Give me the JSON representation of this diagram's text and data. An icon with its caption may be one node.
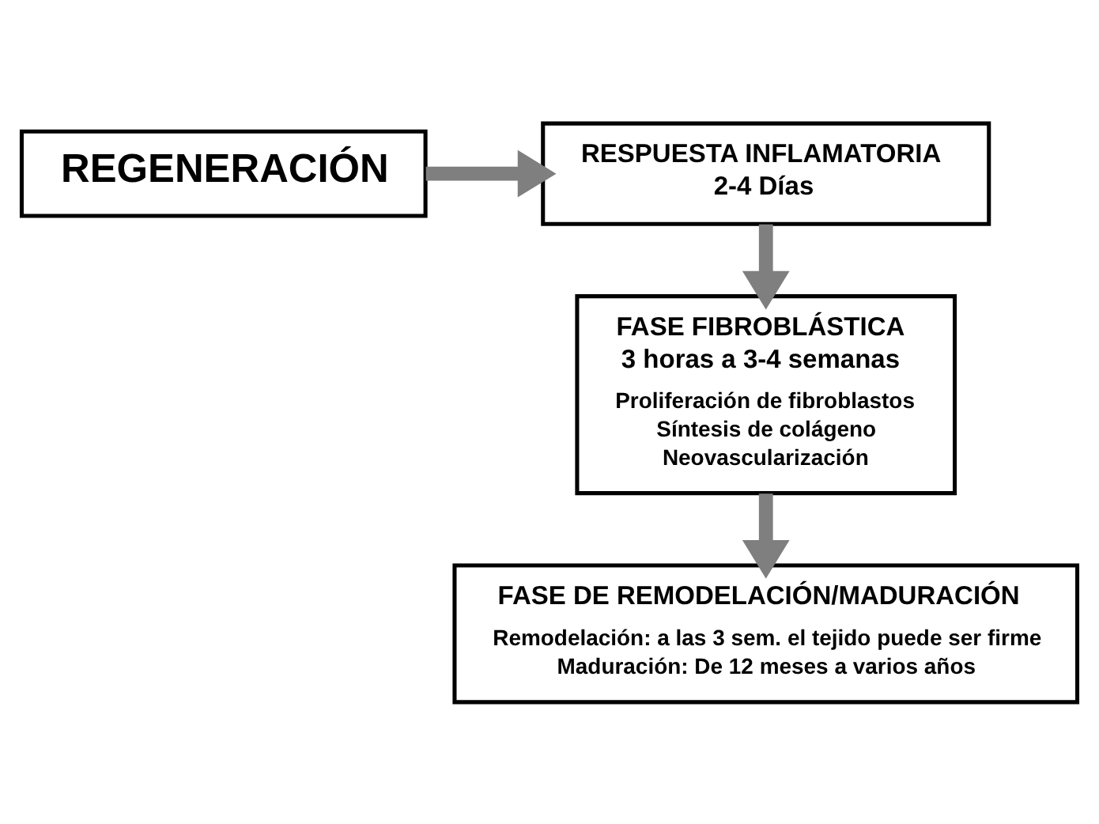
{
  "diagram": {
    "nodes": [
      {
        "text": [
          "REGENERACIÓN"
        ]
      },
      {
        "text": [
          "RESPUESTA INFLAMATORIA",
          "2-4 Días"
        ]
      },
      {
        "text": [
          "FASE FIBROBLÁSTICA",
          "3 horas a 3-4 semanas",
          "Proliferación de fibroblastos",
          "Síntesis de colágeno",
          "Neovascularización"
        ]
      },
      {
        "text": [
          "FASE DE REMODELACIÓN/MADURACIÓN",
          "Remodelación: a las 3 sem. el tejido puede ser firme",
          "Maduración: De 12 meses a varios años"
        ]
      }
    ],
    "edges": [
      {
        "from": 0,
        "to": 1,
        "arrow": "to"
      },
      {
        "from": 1,
        "to": 2,
        "arrow": "to"
      },
      {
        "from": 2,
        "to": 3,
        "arrow": "to"
      }
    ]
  }
}
